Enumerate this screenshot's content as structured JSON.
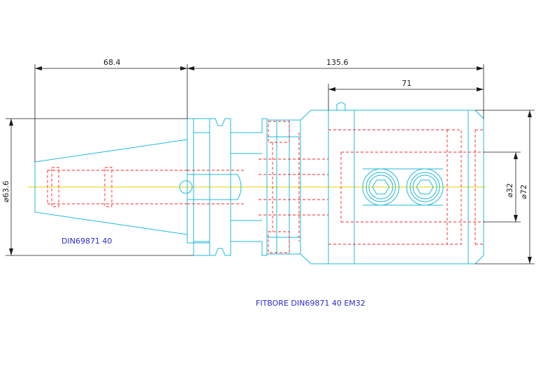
{
  "drawing": {
    "dimensions": {
      "taper_length": "68.4",
      "overall_length": "135.6",
      "body_length": "71",
      "flange_diameter": "⌀63.6",
      "bore_diameter": "⌀32",
      "body_diameter": "⌀72"
    },
    "labels": {
      "taper_standard": "DIN69871  40",
      "title": "FITBORE DIN69871 40 EM32"
    },
    "colors": {
      "outline": "#1fb8d8",
      "hidden": "#ff2020",
      "dimension": "#1a1a1a",
      "centerline": "#e0d000",
      "text": "#2b2bd0"
    }
  }
}
